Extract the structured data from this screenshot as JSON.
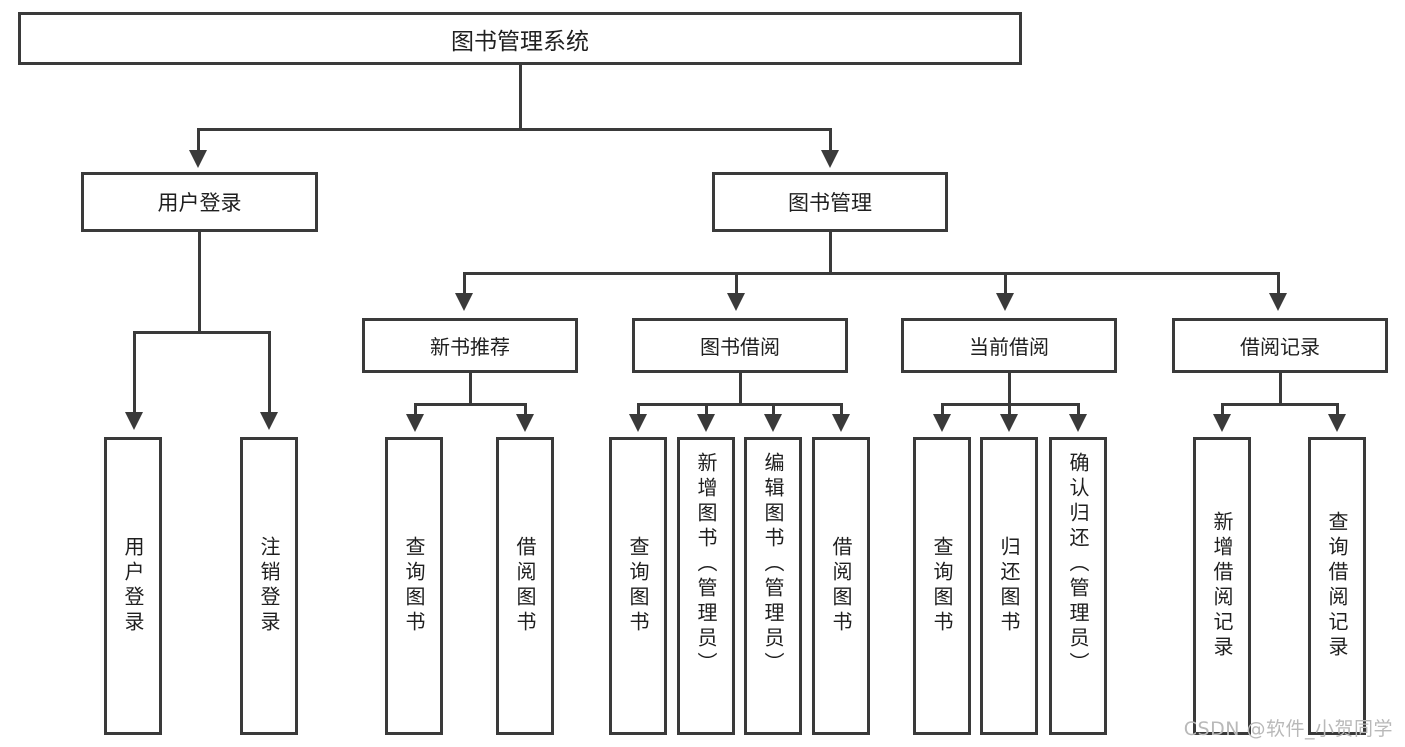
{
  "diagram": {
    "title": "图书管理系统",
    "type": "tree",
    "root": {
      "label": "图书管理系统"
    },
    "level1": [
      {
        "label": "用户登录"
      },
      {
        "label": "图书管理"
      }
    ],
    "level2": [
      {
        "label": "新书推荐"
      },
      {
        "label": "图书借阅"
      },
      {
        "label": "当前借阅"
      },
      {
        "label": "借阅记录"
      }
    ],
    "leaves": {
      "user_login": [
        {
          "label": "用户登录"
        },
        {
          "label": "注销登录"
        }
      ],
      "new_book_recommend": [
        {
          "label": "查询图书"
        },
        {
          "label": "借阅图书"
        }
      ],
      "book_borrow": [
        {
          "label": "查询图书"
        },
        {
          "label": "新增图书（管理员）"
        },
        {
          "label": "编辑图书（管理员）"
        },
        {
          "label": "借阅图书"
        }
      ],
      "current_borrow": [
        {
          "label": "查询图书"
        },
        {
          "label": "归还图书"
        },
        {
          "label": "确认归还（管理员）"
        }
      ],
      "borrow_record": [
        {
          "label": "新增借阅记录"
        },
        {
          "label": "查询借阅记录"
        }
      ]
    }
  },
  "watermark": {
    "text": "CSDN @软件_小贺同学"
  },
  "colors": {
    "stroke": "#3a3a3a",
    "background": "#ffffff",
    "text": "#1f1f1f",
    "watermark": "#b9b9b9"
  }
}
